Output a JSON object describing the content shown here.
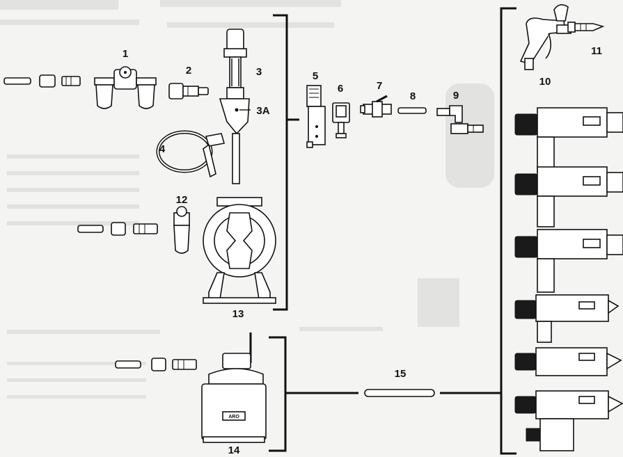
{
  "callouts": {
    "c1": "1",
    "c2": "2",
    "c3": "3",
    "c3a": "3A",
    "c4": "4",
    "c5": "5",
    "c6": "6",
    "c7": "7",
    "c8": "8",
    "c9": "9",
    "c10": "10",
    "c11": "11",
    "c12": "12",
    "c13": "13",
    "c14": "14",
    "c15": "15"
  },
  "tank_logo": "ARO",
  "colors": {
    "ink": "#111111",
    "paper": "#f4f4f2",
    "bleed_through": "#e2e2e0"
  }
}
